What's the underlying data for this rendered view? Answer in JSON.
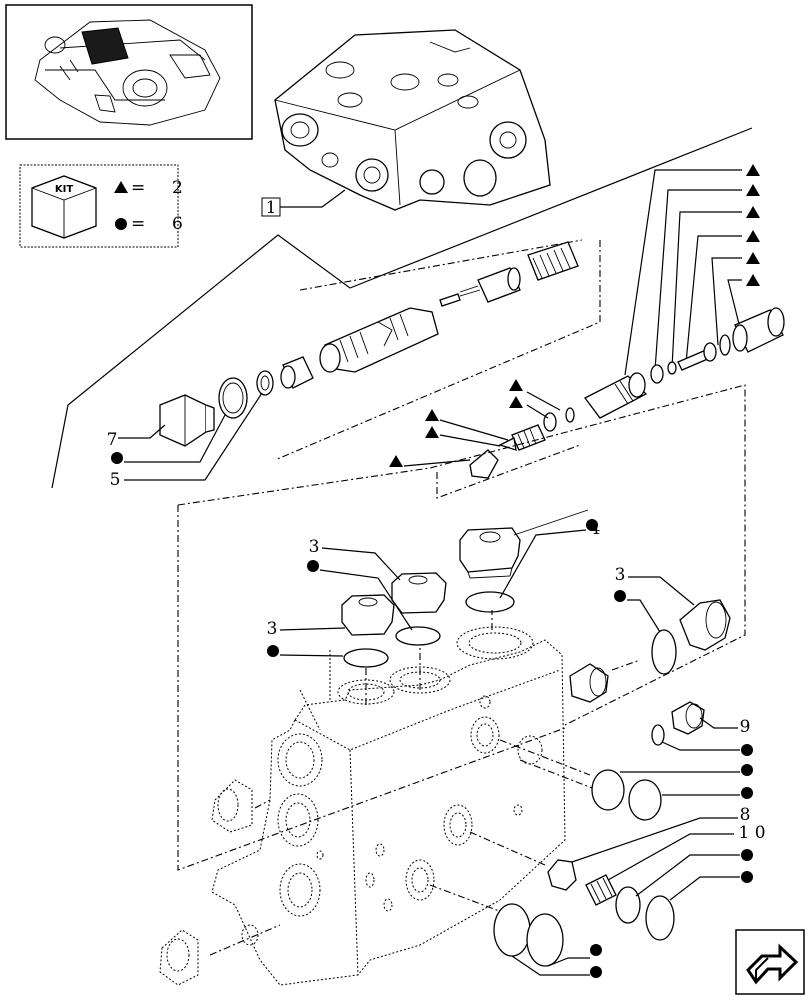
{
  "kit_legend": {
    "kit_label": "KIT",
    "triangle_qty": "2",
    "circle_qty": "6",
    "equals": "="
  },
  "callouts": {
    "c1": "1",
    "c3a": "3",
    "c3b": "3",
    "c3c": "3",
    "c4": "4",
    "c5": "5",
    "c7": "7",
    "c8": "8",
    "c9": "9",
    "c10": "1 0"
  },
  "colors": {
    "ink": "#000000",
    "background": "#ffffff",
    "thumbnail_highlight": "#1a1a1a"
  },
  "icons": {
    "thumbnail": "tractor-valve-location-thumbnail",
    "kit": "kit-box-icon",
    "triangle": "triangle-marker-icon",
    "circle": "circle-marker-icon",
    "nav": "next-page-arrow-icon"
  }
}
